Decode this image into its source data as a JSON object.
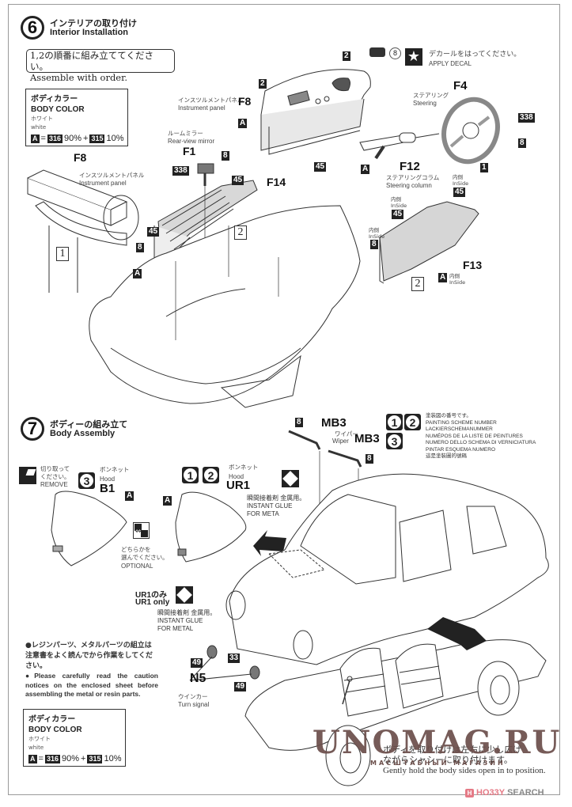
{
  "steps": [
    {
      "number": "6",
      "title_jp": "インテリアの取り付け",
      "title_en": "Interior Installation"
    },
    {
      "number": "7",
      "title_jp": "ボディーの組み立て",
      "title_en": "Body Assembly"
    }
  ],
  "order_note": {
    "jp": "1,2の順番に組み立ててください。",
    "en": "Assemble with order."
  },
  "body_color_boxes": [
    {
      "title_jp": "ボディカラー",
      "title_en": "BODY COLOR",
      "name_jp": "ホワイト",
      "name_en": "white",
      "paint_code": "A",
      "equals": "=",
      "color1": "316",
      "pct1": "90%",
      "plus": "+",
      "color2": "315",
      "pct2": "10%"
    },
    {
      "title_jp": "ボディカラー",
      "title_en": "BODY COLOR",
      "name_jp": "ホワイト",
      "name_en": "white",
      "paint_code": "A",
      "equals": "=",
      "color1": "316",
      "pct1": "90%",
      "plus": "+",
      "color2": "315",
      "pct2": "10%"
    }
  ],
  "decal_note": {
    "decal_number": "8",
    "jp": "デカールをはってください。",
    "en": "APPLY DECAL"
  },
  "step6_parts": {
    "f8_top": {
      "label": "F8",
      "jp": "インスツルメントパネル",
      "en": "Instrument panel"
    },
    "f8_left": {
      "label": "F8",
      "jp": "インスツルメントパネル",
      "en": "Instrument panel"
    },
    "f1": {
      "label": "F1",
      "jp": "ルームミラー",
      "en": "Rear-view mirror"
    },
    "f4": {
      "label": "F4",
      "jp": "ステアリング",
      "en": "Steering"
    },
    "f12": {
      "label": "F12",
      "jp": "ステアリングコラム",
      "en": "Steering column"
    },
    "f14": {
      "label": "F14"
    },
    "f13": {
      "label": "F13"
    },
    "inside_jp": "内側",
    "inside_en": "InSide"
  },
  "color_tags": {
    "c2": "2",
    "c45": "45",
    "c8": "8",
    "c338": "338",
    "c1": "1",
    "cA": "A",
    "c33": "33",
    "c49": "49"
  },
  "sequence_marks": {
    "one": "1",
    "two": "2"
  },
  "step7_parts": {
    "remove_jp": "切り取って\nください。",
    "remove_en": "REMOVE",
    "hood_jp": "ボンネット",
    "hood_en": "Hood",
    "b1": "B1",
    "ur1": "UR1",
    "optional_jp": "どちらかを\n選んでください。",
    "optional_en": "OPTIONAL",
    "mb3": "MB3",
    "wiper_jp": "ワイパー",
    "wiper_en": "Wiper",
    "glue_jp": "瞬間接着剤 金属用。",
    "glue_en_1": "INSTANT GLUE",
    "glue_en_2a": "FOR META",
    "glue_en_2b": "FOR METAL",
    "ur1_only_jp": "UR1のみ",
    "ur1_only_en": "UR1 only",
    "n5": "N5",
    "turn_jp": "ウインカー",
    "turn_en": "Turn signal"
  },
  "paint_scheme": {
    "badges": [
      "1",
      "2",
      "3"
    ],
    "lines": [
      "塗装図の番号です。",
      "PAINTING SCHEME NUMBER",
      "LACKIERSCHEMANUMMER",
      "NUMÉPOS DE LA LISTE DE PEINTURES",
      "NUMERO DELLO SCHEMA DI VERNICIATURA",
      "PINTAR ESQUEMA NUMERO",
      "這是塗裝圖的號碼"
    ]
  },
  "caution": {
    "jp": "●レジンパーツ、メタルパーツの組立は注意書をよく読んでから作業をしてください。",
    "en": "●Please carefully read the caution notices on the enclosed sheet before assembling the metal or resin parts."
  },
  "bottom_note": {
    "jp_1": "ボディを取り付けは左右に少し広げ",
    "jp_2": "ながらシャシーに取り付けます。",
    "en": "Gently hold the body sides open in to position."
  },
  "watermark": {
    "main": "UNOMAG.RU",
    "sub": "МАСШТАБНЫЙ МАГАЗИН"
  },
  "source_logo": {
    "hobby": "HO33Y",
    "search": "SEARCH"
  },
  "colors": {
    "ink": "#222222",
    "frame": "#9a9a9a",
    "part_gray": "#d6d6d6",
    "watermark": "#6b4e4a",
    "logo_pink": "#e57a86"
  }
}
